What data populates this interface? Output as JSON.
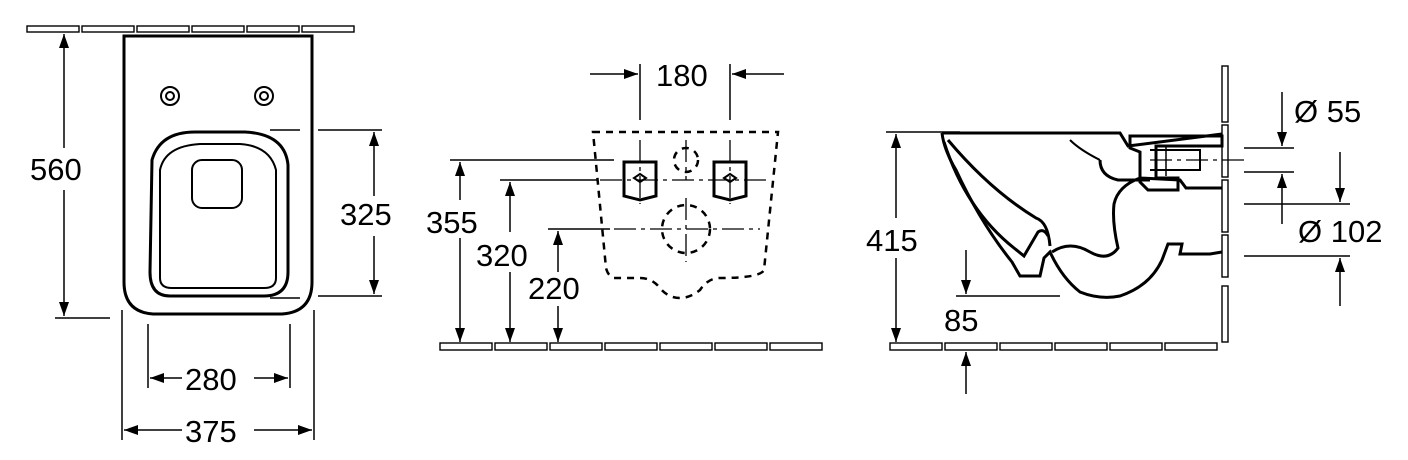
{
  "front_view": {
    "total_height": "560",
    "seat_height": "325",
    "inner_width": "280",
    "total_width": "375"
  },
  "rear_view": {
    "fixing_distance": "180",
    "height_355": "355",
    "height_320": "320",
    "height_220": "220"
  },
  "side_view": {
    "total_depth": "415",
    "outlet_height": "85",
    "inlet_diameter": "Ø 55",
    "outlet_diameter": "Ø 102"
  }
}
